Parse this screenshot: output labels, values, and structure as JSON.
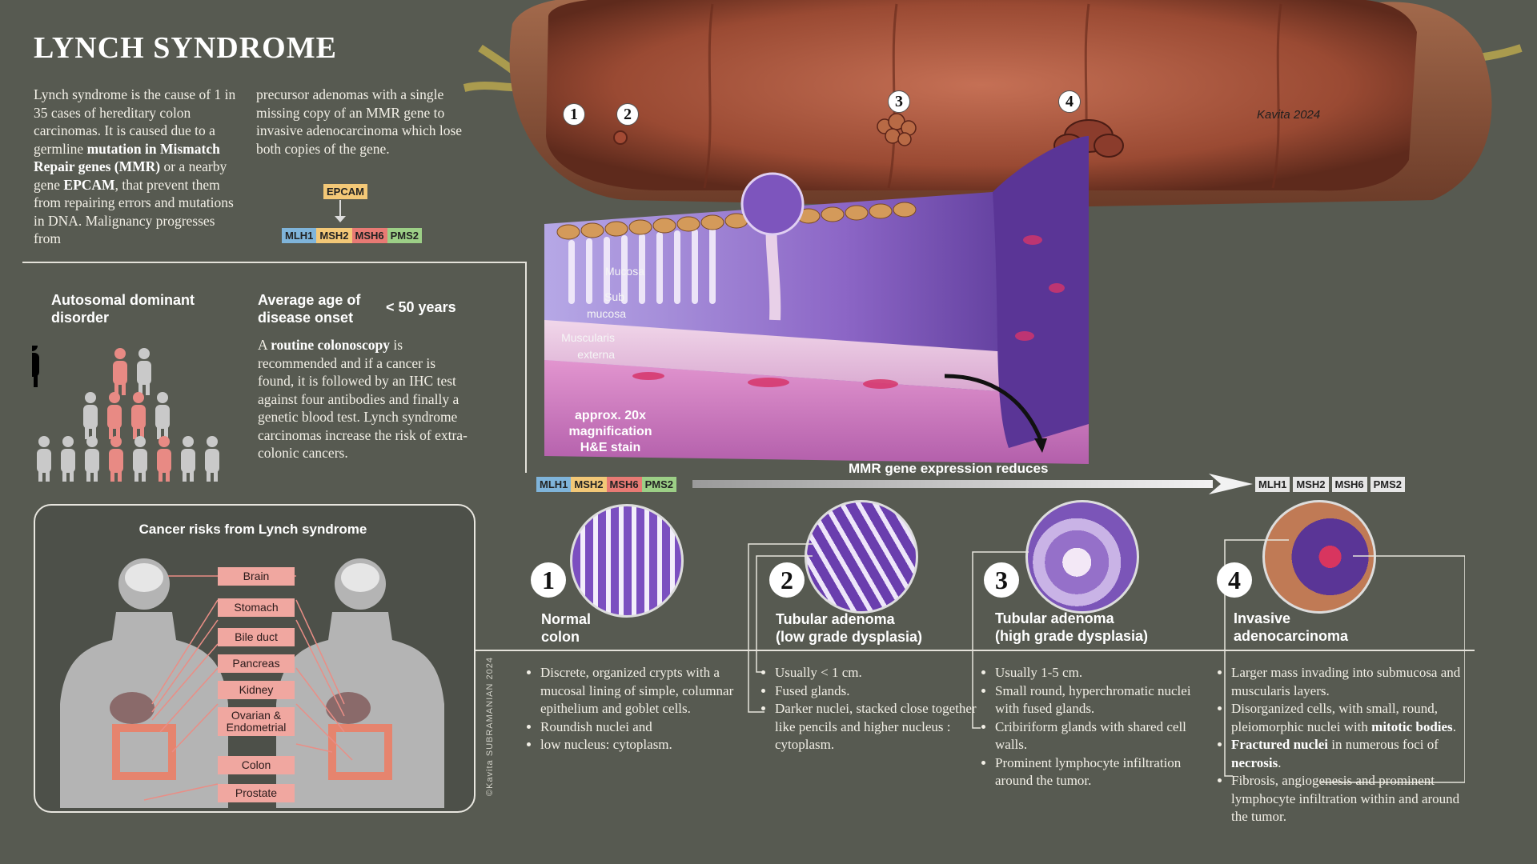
{
  "title": "LYNCH SYNDROME",
  "intro": {
    "col1_a": "Lynch syndrome is the cause of 1 in 35 cases of hereditary colon carcinomas. It is caused due to a germline ",
    "col1_b": "mutation in Mismatch Repair genes (MMR)",
    "col1_c": " or a nearby gene ",
    "col1_d": "EPCAM",
    "col1_e": ", that prevent them from repairing errors and mutations in DNA. Malignancy progresses from",
    "col2": "precursor adenomas with a single missing copy of an MMR gene to invasive adenocarcinoma which lose both copies of the gene."
  },
  "genes": {
    "epcam": "EPCAM",
    "mlh1": "MLH1",
    "msh2": "MSH2",
    "msh6": "MSH6",
    "pms2": "PMS2"
  },
  "inheritance": {
    "label": "Autosomal dominant disorder"
  },
  "onset": {
    "label": "Average age of disease onset",
    "value": "< 50 years",
    "text_a": "A ",
    "text_b": "routine colonoscopy",
    "text_c": " is recommended and if a cancer is found, it is followed by an IHC test against four antibodies and finally a genetic blood test. Lynch syndrome carcinomas increase the risk of extra-colonic cancers."
  },
  "risks": {
    "title": "Cancer risks from Lynch syndrome",
    "organs": [
      "Brain",
      "Stomach",
      "Bile duct",
      "Pancreas",
      "Kidney",
      "Ovarian & Endometrial",
      "Colon",
      "Prostate"
    ]
  },
  "layers": {
    "mucosa": "Mucosa",
    "submucosa_1": "Sub",
    "submucosa_2": "mucosa",
    "muscularis_1": "Muscularis",
    "muscularis_2": "externa"
  },
  "magnification": {
    "line1": "approx. 20x",
    "line2": "magnification",
    "line3": "H&E stain"
  },
  "mmr_arrow_label": "MMR gene expression reduces",
  "signature": "Kavita 2024",
  "signature_vertical": "©Kavita SUBRAMANIAN 2024",
  "stages": [
    {
      "num": "1",
      "title_1": "Normal",
      "title_2": "colon",
      "bullets": [
        "Discrete, organized crypts with a mucosal lining of simple, columnar epithelium and goblet cells.",
        "Roundish nuclei and",
        "low nucleus: cytoplasm."
      ]
    },
    {
      "num": "2",
      "title_1": "Tubular adenoma",
      "title_2": "(low grade dysplasia)",
      "bullets": [
        "Usually < 1 cm.",
        "Fused glands.",
        "Darker nuclei, stacked close together like pencils and higher nucleus : cytoplasm."
      ]
    },
    {
      "num": "3",
      "title_1": "Tubular adenoma",
      "title_2": "(high grade dysplasia)",
      "bullets": [
        "Usually 1-5 cm.",
        "Small round, hyperchromatic nuclei with fused glands.",
        "Cribiriform glands with shared cell walls.",
        "Prominent lymphocyte infiltration around the tumor."
      ]
    },
    {
      "num": "4",
      "title_1": "Invasive",
      "title_2": "adenocarcinoma",
      "b1": "Larger mass invading into submucosa and muscularis layers.",
      "b2a": "Disorganized cells, with small, round, pleiomorphic nuclei with ",
      "b2b": "mitotic bodies",
      "b2c": ".",
      "b3a": "Fractured nuclei",
      "b3b": " in numerous foci of ",
      "b3c": "necrosis",
      "b3d": ".",
      "b4": "Fibrosis, angiogenesis and prominent lymphocyte infiltration within and around the tumor."
    }
  ],
  "colors": {
    "background": "#575a51",
    "accent_pink": "#f0a7a0",
    "tissue_purple": "#7a56b8",
    "colon_red": "#a5543c"
  }
}
